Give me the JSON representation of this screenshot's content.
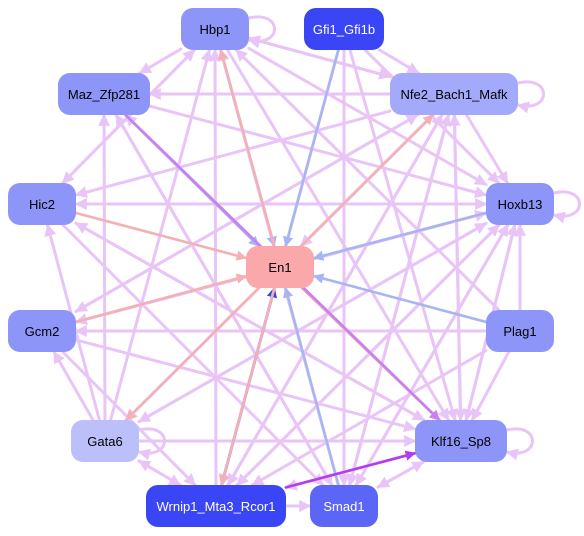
{
  "colors": {
    "edge_default": "#e9c4f7",
    "edge_blue": "#a7b6f2",
    "edge_red": "#f4b1b4",
    "edge_purple": "#c980ee",
    "edge_dark_blue": "#3a45e0",
    "edge_violet": "#b23cee"
  },
  "nodes": {
    "hbp1": {
      "label": "Hbp1",
      "color": "#8d95f8",
      "text": "dark_text"
    },
    "gfi1": {
      "label": "Gfi1_Gfi1b",
      "color": "#3a45f5",
      "text": "light_text"
    },
    "maz": {
      "label": "Maz_Zfp281",
      "color": "#8d95f8",
      "text": "dark_text"
    },
    "nfe2": {
      "label": "Nfe2_Bach1_Mafk",
      "color": "#a3aafb",
      "text": "dark_text"
    },
    "hic2": {
      "label": "Hic2",
      "color": "#8d95f8",
      "text": "dark_text"
    },
    "hoxb13": {
      "label": "Hoxb13",
      "color": "#8d95f8",
      "text": "dark_text"
    },
    "en1": {
      "label": "En1",
      "color": "#fba8aa",
      "text": "dark_text"
    },
    "gcm2": {
      "label": "Gcm2",
      "color": "#8d95f8",
      "text": "dark_text"
    },
    "plag1": {
      "label": "Plag1",
      "color": "#8d95f8",
      "text": "dark_text"
    },
    "gata6": {
      "label": "Gata6",
      "color": "#bbc0fb",
      "text": "dark_text"
    },
    "klf16": {
      "label": "Klf16_Sp8",
      "color": "#8d95f8",
      "text": "dark_text"
    },
    "wrnip1": {
      "label": "Wrnip1_Mta3_Rcor1",
      "color": "#3a45f5",
      "text": "light_text"
    },
    "smad1": {
      "label": "Smad1",
      "color": "#5c66f6",
      "text": "light_text"
    }
  },
  "edges": [
    {
      "from": "hbp1",
      "to": "en1",
      "color": "edge_blue"
    },
    {
      "from": "gfi1",
      "to": "en1",
      "color": "edge_blue"
    },
    {
      "from": "maz",
      "to": "en1",
      "color": "edge_blue"
    },
    {
      "from": "hic2",
      "to": "en1",
      "color": "edge_red"
    },
    {
      "from": "gcm2",
      "to": "en1",
      "color": "edge_red"
    },
    {
      "from": "nfe2",
      "to": "en1",
      "color": "edge_default"
    },
    {
      "from": "hoxb13",
      "to": "en1",
      "color": "edge_blue"
    },
    {
      "from": "plag1",
      "to": "en1",
      "color": "edge_blue"
    },
    {
      "from": "smad1",
      "to": "en1",
      "color": "edge_blue"
    },
    {
      "from": "wrnip1",
      "to": "en1",
      "color": "edge_dark_blue"
    },
    {
      "from": "en1",
      "to": "gata6",
      "color": "edge_red"
    },
    {
      "from": "en1",
      "to": "nfe2",
      "color": "edge_red"
    },
    {
      "from": "en1",
      "to": "klf16",
      "color": "edge_red"
    },
    {
      "from": "en1",
      "to": "hbp1",
      "color": "edge_red"
    },
    {
      "from": "en1",
      "to": "wrnip1",
      "color": "edge_red"
    },
    {
      "from": "maz",
      "to": "klf16",
      "color": "edge_purple"
    },
    {
      "from": "wrnip1",
      "to": "klf16",
      "color": "edge_violet"
    },
    {
      "from": "hbp1",
      "to": "maz",
      "color": "edge_default"
    },
    {
      "from": "hbp1",
      "to": "nfe2",
      "color": "edge_default"
    },
    {
      "from": "hbp1",
      "to": "hoxb13",
      "color": "edge_default"
    },
    {
      "from": "hbp1",
      "to": "klf16",
      "color": "edge_default"
    },
    {
      "from": "hbp1",
      "to": "hic2",
      "color": "edge_default"
    },
    {
      "from": "gfi1",
      "to": "nfe2",
      "color": "edge_default"
    },
    {
      "from": "gfi1",
      "to": "klf16",
      "color": "edge_default"
    },
    {
      "from": "gfi1",
      "to": "smad1",
      "color": "edge_default"
    },
    {
      "from": "gfi1",
      "to": "wrnip1",
      "color": "edge_default"
    },
    {
      "from": "gfi1",
      "to": "hoxb13",
      "color": "edge_default"
    },
    {
      "from": "nfe2",
      "to": "hbp1",
      "color": "edge_default"
    },
    {
      "from": "nfe2",
      "to": "maz",
      "color": "edge_default"
    },
    {
      "from": "nfe2",
      "to": "hic2",
      "color": "edge_default"
    },
    {
      "from": "nfe2",
      "to": "gcm2",
      "color": "edge_default"
    },
    {
      "from": "nfe2",
      "to": "gata6",
      "color": "edge_default"
    },
    {
      "from": "nfe2",
      "to": "wrnip1",
      "color": "edge_default"
    },
    {
      "from": "nfe2",
      "to": "smad1",
      "color": "edge_default"
    },
    {
      "from": "nfe2",
      "to": "klf16",
      "color": "edge_default"
    },
    {
      "from": "nfe2",
      "to": "hoxb13",
      "color": "edge_default"
    },
    {
      "from": "maz",
      "to": "hoxb13",
      "color": "edge_default"
    },
    {
      "from": "maz",
      "to": "smad1",
      "color": "edge_default"
    },
    {
      "from": "hic2",
      "to": "hoxb13",
      "color": "edge_default"
    },
    {
      "from": "hic2",
      "to": "klf16",
      "color": "edge_default"
    },
    {
      "from": "hic2",
      "to": "smad1",
      "color": "edge_default"
    },
    {
      "from": "hic2",
      "to": "hbp1",
      "color": "edge_default"
    },
    {
      "from": "gcm2",
      "to": "hoxb13",
      "color": "edge_default"
    },
    {
      "from": "gcm2",
      "to": "klf16",
      "color": "edge_default"
    },
    {
      "from": "gcm2",
      "to": "wrnip1",
      "color": "edge_default"
    },
    {
      "from": "gcm2",
      "to": "nfe2",
      "color": "edge_default"
    },
    {
      "from": "gata6",
      "to": "hbp1",
      "color": "edge_default"
    },
    {
      "from": "gata6",
      "to": "maz",
      "color": "edge_default"
    },
    {
      "from": "gata6",
      "to": "hic2",
      "color": "edge_default"
    },
    {
      "from": "gata6",
      "to": "gcm2",
      "color": "edge_default"
    },
    {
      "from": "gata6",
      "to": "hoxb13",
      "color": "edge_default"
    },
    {
      "from": "gata6",
      "to": "wrnip1",
      "color": "edge_default"
    },
    {
      "from": "gata6",
      "to": "klf16",
      "color": "edge_default"
    },
    {
      "from": "klf16",
      "to": "maz",
      "color": "edge_default"
    },
    {
      "from": "klf16",
      "to": "hic2",
      "color": "edge_default"
    },
    {
      "from": "klf16",
      "to": "hoxb13",
      "color": "edge_default"
    },
    {
      "from": "klf16",
      "to": "smad1",
      "color": "edge_default"
    },
    {
      "from": "klf16",
      "to": "wrnip1",
      "color": "edge_default"
    },
    {
      "from": "klf16",
      "to": "nfe2",
      "color": "edge_default"
    },
    {
      "from": "smad1",
      "to": "klf16",
      "color": "edge_default"
    },
    {
      "from": "smad1",
      "to": "hoxb13",
      "color": "edge_default"
    },
    {
      "from": "smad1",
      "to": "nfe2",
      "color": "edge_default"
    },
    {
      "from": "smad1",
      "to": "hbp1",
      "color": "edge_default"
    },
    {
      "from": "smad1",
      "to": "maz",
      "color": "edge_default"
    },
    {
      "from": "wrnip1",
      "to": "smad1",
      "color": "edge_default"
    },
    {
      "from": "wrnip1",
      "to": "hoxb13",
      "color": "edge_default"
    },
    {
      "from": "wrnip1",
      "to": "nfe2",
      "color": "edge_default"
    },
    {
      "from": "wrnip1",
      "to": "hbp1",
      "color": "edge_default"
    },
    {
      "from": "wrnip1",
      "to": "gata6",
      "color": "edge_default"
    },
    {
      "from": "plag1",
      "to": "hoxb13",
      "color": "edge_default"
    },
    {
      "from": "plag1",
      "to": "klf16",
      "color": "edge_default"
    },
    {
      "from": "plag1",
      "to": "hbp1",
      "color": "edge_default"
    },
    {
      "from": "plag1",
      "to": "gcm2",
      "color": "edge_default"
    },
    {
      "from": "plag1",
      "to": "wrnip1",
      "color": "edge_default"
    },
    {
      "from": "hoxb13",
      "to": "gata6",
      "color": "edge_default"
    },
    {
      "from": "hoxb13",
      "to": "wrnip1",
      "color": "edge_default"
    },
    {
      "from": "hoxb13",
      "to": "gcm2",
      "color": "edge_default"
    },
    {
      "from": "hoxb13",
      "to": "hic2",
      "color": "edge_default"
    },
    {
      "from": "hoxb13",
      "to": "smad1",
      "color": "edge_default"
    },
    {
      "from": "hoxb13",
      "to": "klf16",
      "color": "edge_default"
    }
  ],
  "self_loops": [
    {
      "node": "hbp1",
      "side": "right",
      "color": "edge_default"
    },
    {
      "node": "nfe2",
      "side": "right",
      "color": "edge_default"
    },
    {
      "node": "hoxb13",
      "side": "right",
      "color": "edge_default"
    },
    {
      "node": "gata6",
      "side": "right",
      "color": "edge_default"
    },
    {
      "node": "klf16",
      "side": "right",
      "color": "edge_default"
    }
  ]
}
